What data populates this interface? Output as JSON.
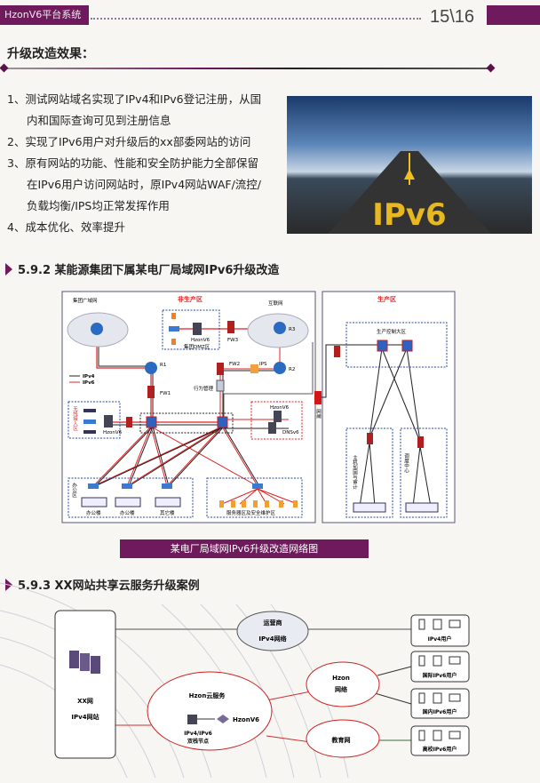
{
  "header": {
    "title": "HzonV6平台系统",
    "page": "15\\16"
  },
  "effects": {
    "heading": "升级改造效果：",
    "items": [
      "1、测试网站域名实现了IPv4和IPv6登记注册，从国",
      "内和国际查询可见到注册信息",
      "2、实现了IPv6用户对升级后的xx部委网站的访问",
      "3、原有网站的功能、性能和安全防护能力全部保留",
      "在IPv6用户访问网站时，原IPv4网站WAF/流控/",
      "负载均衡/IPS均正常发挥作用",
      "4、成本优化、效率提升"
    ],
    "photo_text": "IPv6"
  },
  "section592": {
    "title": "5.9.2 某能源集团下属某电厂局域网IPv6升级改造",
    "caption": "某电厂局域网IPv6升级改造网络图",
    "labels": {
      "wan": "集团广域网",
      "nonprod": "非生产区",
      "internet": "互联网",
      "hzonv6": "HzonV6",
      "dmz": "集团DMZ区",
      "fw1": "FW1",
      "fw2": "FW2",
      "fw3": "FW3",
      "ips": "IPS",
      "r1": "R1",
      "r2": "R2",
      "r3": "R3",
      "behavior": "行为管理",
      "ipv4": "IPv4",
      "ipv6": "IPv6",
      "wireless": "无线接入区",
      "hzonv6b": "HzonV6",
      "hzonv6c": "HzonV6",
      "dnsv6": "DNSv6",
      "office_zone": "办公区",
      "office1": "办公楼",
      "office2": "办公楼",
      "other": "其它楼",
      "server_zone": "服务器区及安全维护区",
      "prod": "生产区",
      "prod_ctrl": "生产控制大区",
      "gatekeeper": "网闸",
      "host_audit": "主机加固与审计",
      "dispatch": "调度中心"
    }
  },
  "section593": {
    "title": "5.9.3 XX网站共享云服务升级案例",
    "labels": {
      "site1": "XX网",
      "site2": "IPv4网站",
      "carrier1": "运营商",
      "carrier2": "IPv4网络",
      "cloud": "Hzon云服务",
      "node1": "IPv4/IPv6",
      "node2": "双栈节点",
      "hzonv6": "HzonV6",
      "hzonnet1": "Hzon",
      "hzonnet2": "网络",
      "edu": "教育网",
      "users": [
        "IPv4用户",
        "国际IPv6用户",
        "国内IPv6用户",
        "高校IPv6用户"
      ]
    }
  },
  "colors": {
    "brand": "#6e1a5c",
    "ipv6": "#e02020",
    "ipv4": "#222222"
  }
}
